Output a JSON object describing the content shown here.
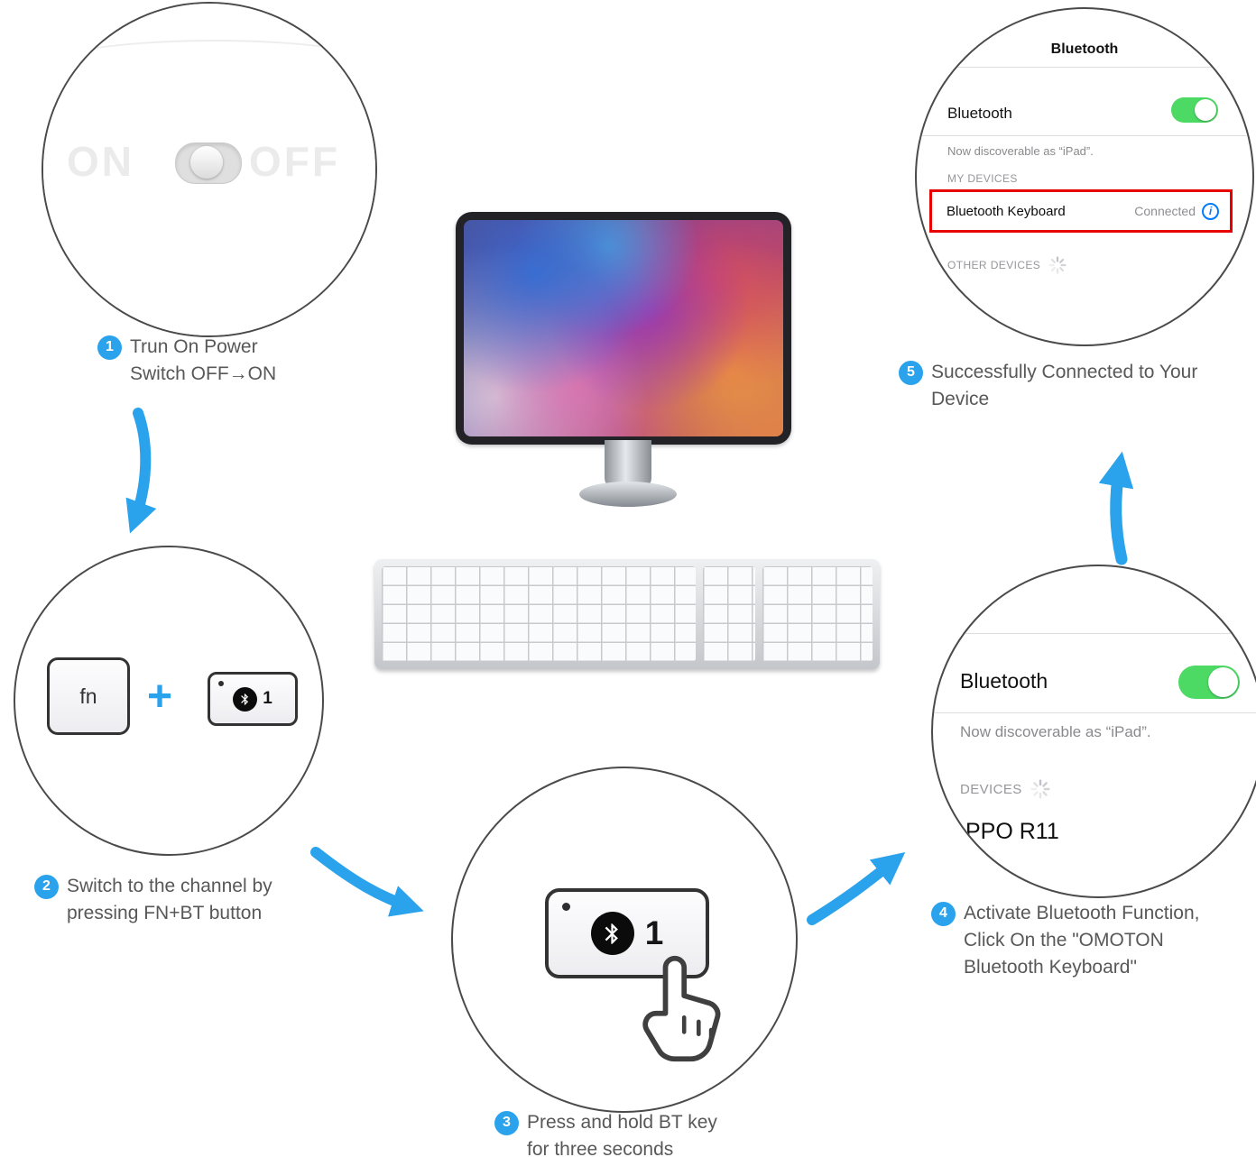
{
  "colors": {
    "accent": "#2aa2ec",
    "green": "#4cd964",
    "red": "#e60000",
    "ios_blue": "#007aff"
  },
  "steps": {
    "s1": {
      "num": "1",
      "text": "Trun On Power Switch OFF→ON"
    },
    "s2": {
      "num": "2",
      "text": "Switch to the channel by pressing FN+BT button"
    },
    "s3": {
      "num": "3",
      "text": "Press and hold BT key for three seconds"
    },
    "s4": {
      "num": "4",
      "text": "Activate Bluetooth Function, Click On the \"OMOTON Bluetooth Keyboard\""
    },
    "s5": {
      "num": "5",
      "text": "Successfully Connected to Your Device"
    }
  },
  "power_switch": {
    "on_label": "ON",
    "off_label": "OFF"
  },
  "keys": {
    "fn": "fn",
    "plus": "+",
    "bt_channel": "1"
  },
  "settings_connected": {
    "title": "Bluetooth",
    "row_label": "Bluetooth",
    "discoverable": "Now discoverable as “iPad”.",
    "my_devices_header": "MY DEVICES",
    "device_name": "Bluetooth Keyboard",
    "device_status": "Connected",
    "info_icon": "i",
    "other_devices_header": "OTHER DEVICES"
  },
  "settings_zoom": {
    "row_label": "Bluetooth",
    "discoverable": "Now discoverable as “iPad”.",
    "devices_header": "DEVICES",
    "device_name": "PPO R11"
  }
}
